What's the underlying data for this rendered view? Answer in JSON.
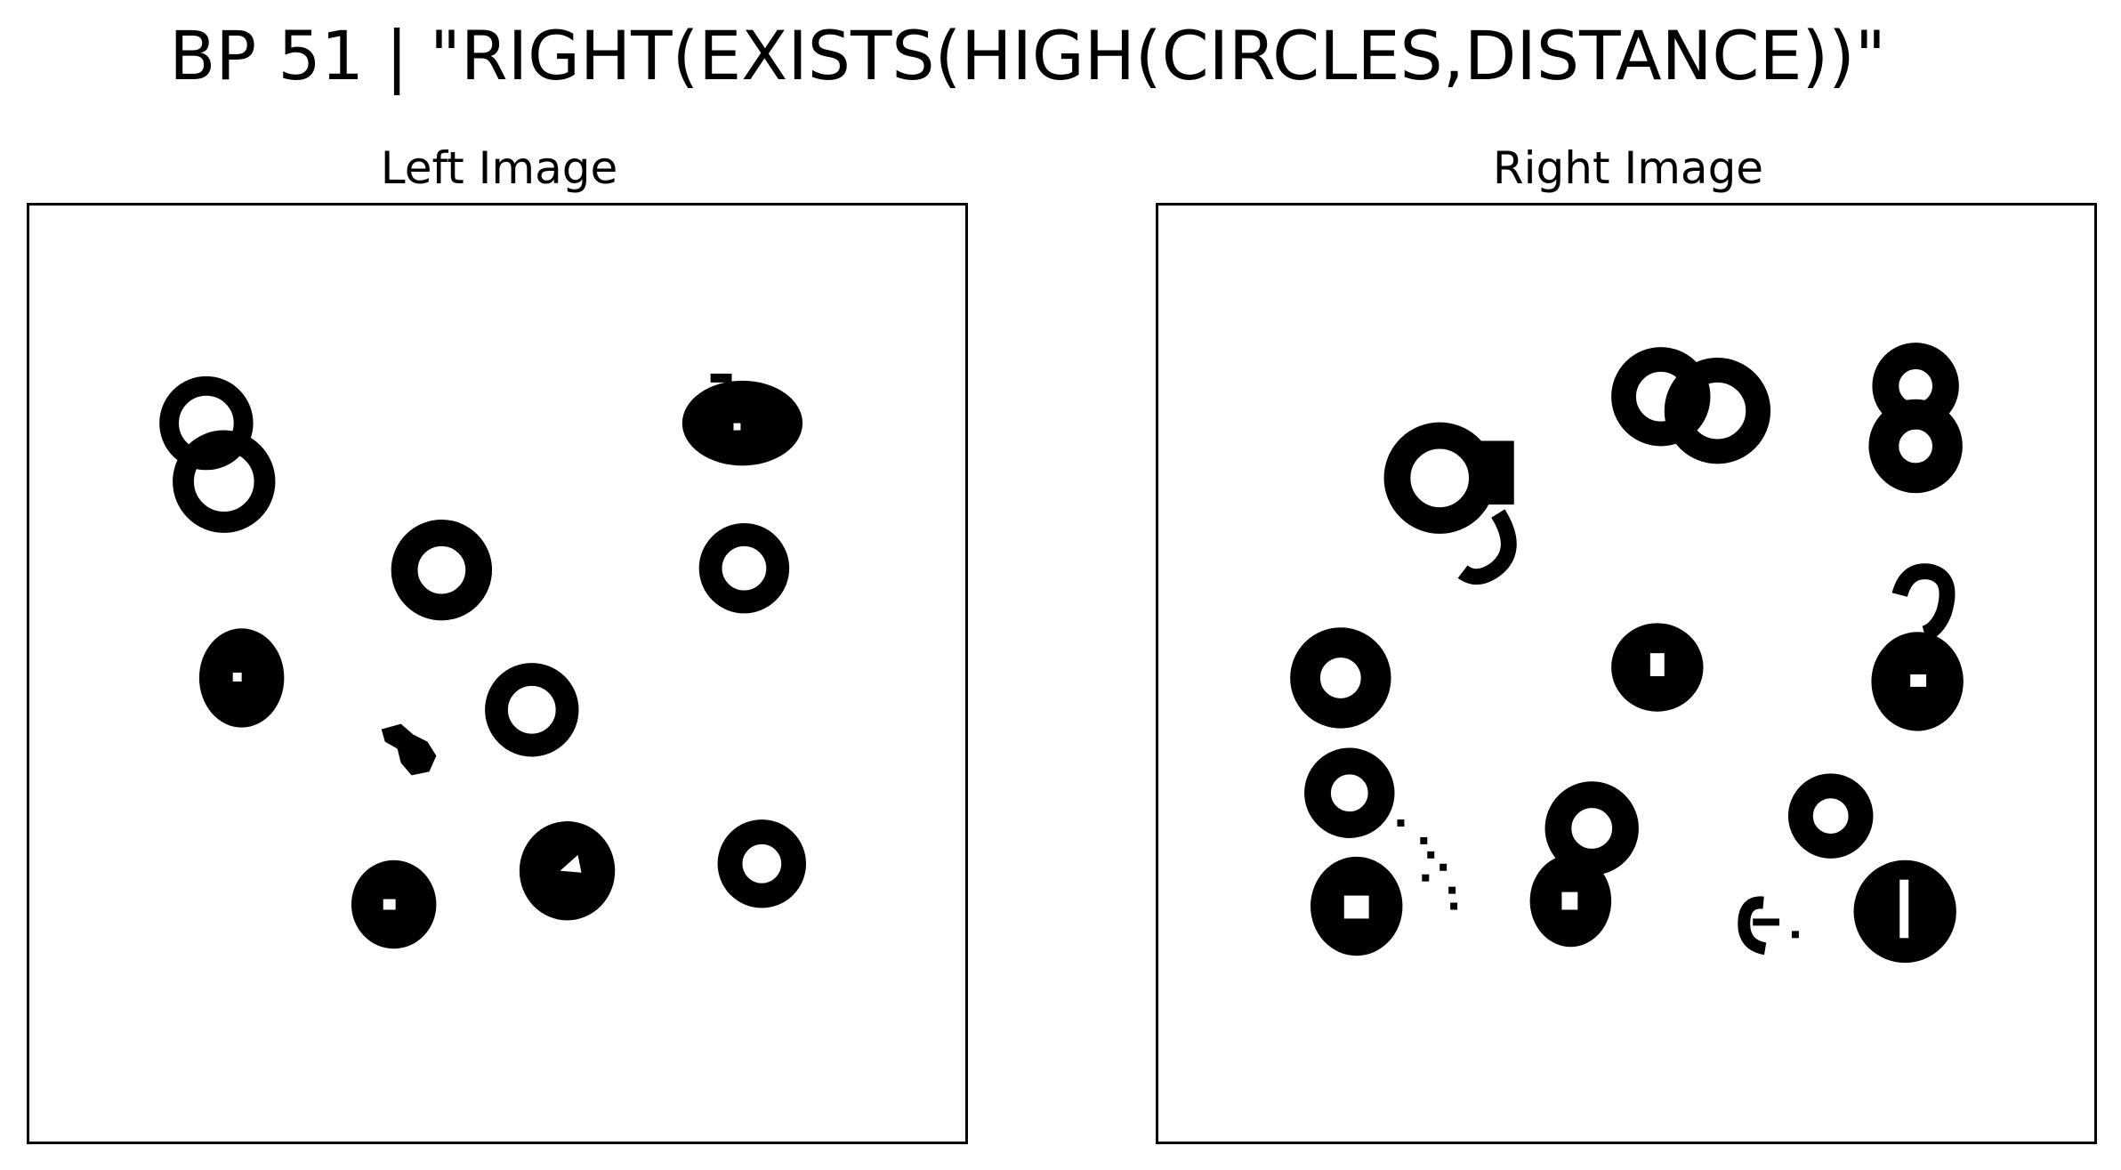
{
  "title": "BP 51 | \"RIGHT(EXISTS(HIGH(CIRCLES,DISTANCE))\"",
  "panels": [
    {
      "title": "Left Image"
    },
    {
      "title": "Right Image"
    }
  ],
  "colors": {
    "ink": "#000000",
    "background": "#ffffff",
    "frame": "#000000"
  }
}
